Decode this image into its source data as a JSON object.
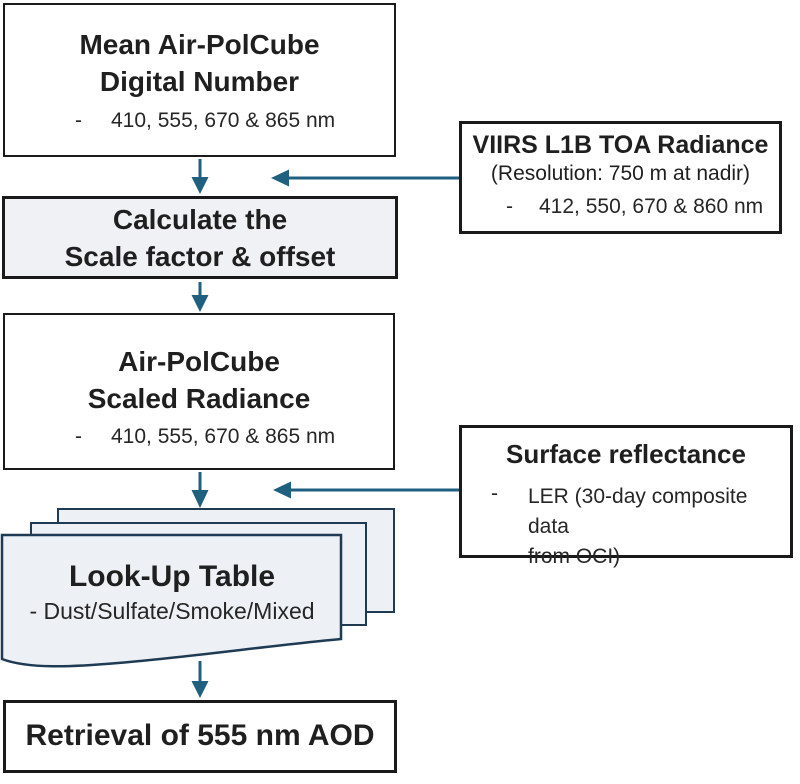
{
  "figure": "AOD retrieval flowchart",
  "colors": {
    "arrow": "#20607F",
    "box_border": "#1A1A1A",
    "shaded_box_fill": "#F0F1F4",
    "lut_fill": "#EDF0F5",
    "lut_border": "#1F3B53",
    "text": "#1F1F1F"
  },
  "nodes": {
    "mean_dn": {
      "title": [
        "Mean Air-PolCube",
        "Digital Number"
      ],
      "bullet": {
        "dash": "-",
        "text": "410, 555, 670 & 865 nm"
      }
    },
    "viirs": {
      "title": "VIIRS L1B TOA Radiance",
      "subtitle": "(Resolution: 750 m at nadir)",
      "bullet": {
        "dash": "-",
        "text": "412, 550, 670 & 860 nm"
      }
    },
    "calc": {
      "title": [
        "Calculate the",
        "Scale factor & offset"
      ]
    },
    "scaled": {
      "title": [
        "Air-PolCube",
        "Scaled Radiance"
      ],
      "bullet": {
        "dash": "-",
        "text": "410, 555, 670 & 865 nm"
      }
    },
    "surface": {
      "title": "Surface reflectance",
      "bullet": {
        "dash": "-",
        "lines": [
          "LER (30-day composite data",
          "from OCI)"
        ]
      }
    },
    "lut": {
      "title": "Look-Up Table",
      "bullet": "- Dust/Sulfate/Smoke/Mixed"
    },
    "retrieval": {
      "title": "Retrieval of 555 nm AOD"
    }
  }
}
